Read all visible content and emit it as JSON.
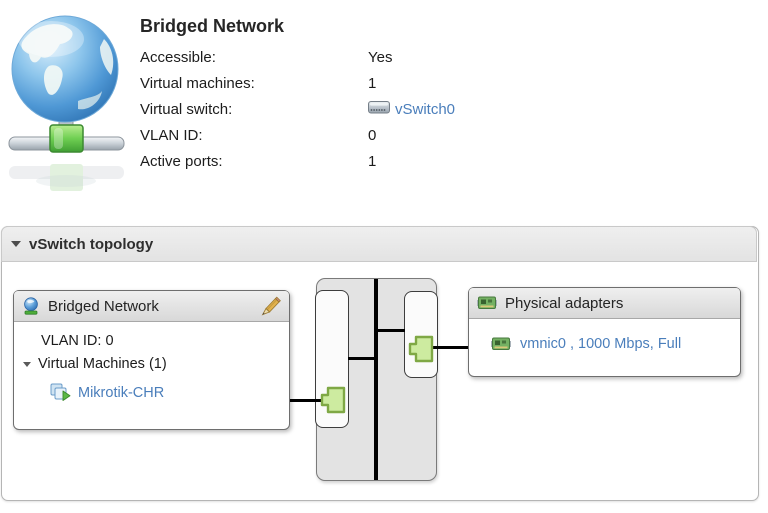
{
  "colors": {
    "link": "#4a7ebb",
    "panel_header_bg": "#e9e9e9",
    "box_header_bg": "#e0e0e0",
    "switch_body_bg": "#e3e3e3",
    "port_fill": "#cdeba0",
    "port_border": "#7fa845",
    "wire": "#000000"
  },
  "icons": {
    "port_group_large": "network-globe-icon",
    "port_group_small": "globe-icon",
    "virtual_switch": "vswitch-icon",
    "edit": "pencil-icon",
    "virtual_machine": "vm-icon",
    "physical_nic": "nic-icon",
    "switch_port": "port-connector-icon",
    "collapse": "chevron-down-icon"
  },
  "info": {
    "title": "Bridged Network",
    "rows": [
      {
        "label": "Accessible:",
        "value": "Yes"
      },
      {
        "label": "Virtual machines:",
        "value": "1"
      },
      {
        "label": "Virtual switch:",
        "value": "vSwitch0"
      },
      {
        "label": "VLAN ID:",
        "value": "0"
      },
      {
        "label": "Active ports:",
        "value": "1"
      }
    ]
  },
  "topology": {
    "title": "vSwitch topology",
    "port_group_box": {
      "title": "Bridged Network",
      "vlan": "VLAN ID: 0",
      "vm_group": "Virtual Machines (1)",
      "vms": [
        "Mikrotik-CHR"
      ]
    },
    "adapters_box": {
      "title": "Physical adapters",
      "adapters": [
        "vmnic0 , 1000 Mbps, Full"
      ]
    }
  }
}
